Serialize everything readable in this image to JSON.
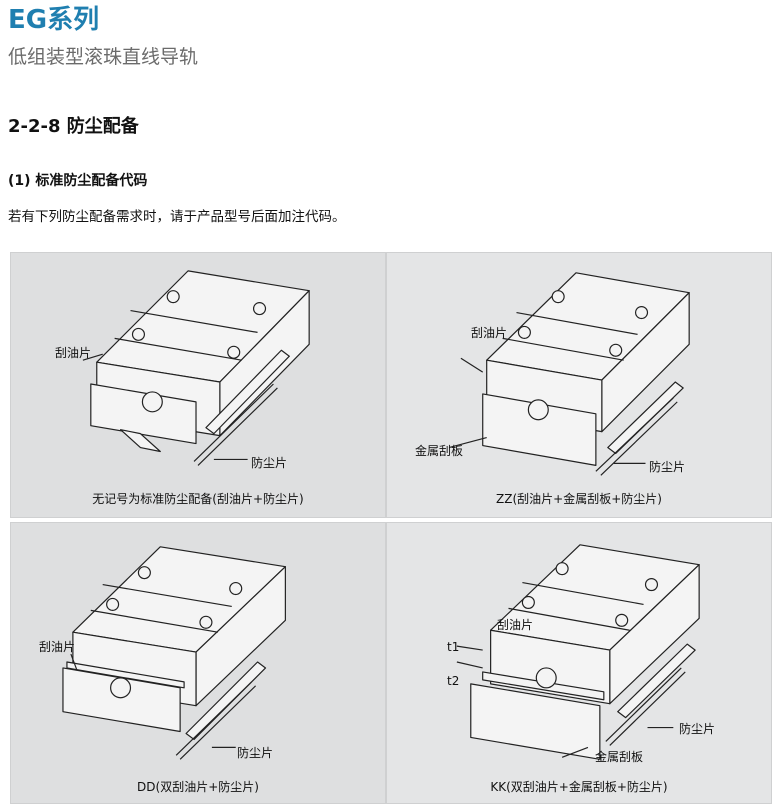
{
  "header": {
    "series_title": "EG系列",
    "series_subtitle": "低组装型滚珠直线导轨"
  },
  "section": {
    "heading": "2-2-8 防尘配备",
    "sub_heading": "(1) 标准防尘配备代码",
    "intro": "若有下列防尘配备需求时，请于产品型号后面加注代码。"
  },
  "panels": [
    {
      "caption": "无记号为标准防尘配备(刮油片+防尘片)",
      "labels": {
        "wiper": "刮油片",
        "dust": "防尘片"
      }
    },
    {
      "caption": "ZZ(刮油片+金属刮板+防尘片)",
      "labels": {
        "wiper": "刮油片",
        "scraper": "金属刮板",
        "dust": "防尘片"
      }
    },
    {
      "caption": "DD(双刮油片+防尘片)",
      "labels": {
        "wiper": "刮油片",
        "dust": "防尘片"
      }
    },
    {
      "caption": "KK(双刮油片+金属刮板+防尘片)",
      "labels": {
        "wiper": "刮油片",
        "t1": "t1",
        "t2": "t2",
        "scraper": "金属刮板",
        "dust": "防尘片"
      }
    }
  ],
  "colors": {
    "title_blue": "#1f7fb0",
    "panel_gray": "#dedfe0"
  }
}
